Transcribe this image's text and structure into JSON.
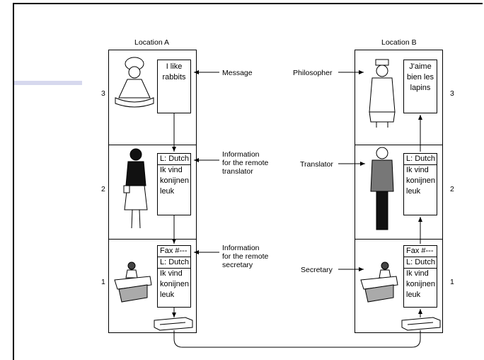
{
  "locations": {
    "a": "Location A",
    "b": "Location B"
  },
  "layers": [
    "3",
    "2",
    "1"
  ],
  "messages": {
    "original": [
      "I like",
      "rabbits"
    ],
    "translated": [
      "J'aime",
      "bien les",
      "lapins"
    ],
    "translator_header": "L: Dutch",
    "dutch": [
      "Ik vind",
      "konijnen",
      "leuk"
    ],
    "fax_header": "Fax #---"
  },
  "labels": {
    "message": "Message",
    "info_translator": [
      "Information",
      "for the remote",
      "translator"
    ],
    "info_secretary": [
      "Information",
      "for the remote",
      "secretary"
    ],
    "philosopher": "Philosopher",
    "translator": "Translator",
    "secretary": "Secretary"
  },
  "colors": {
    "accent_bar": "#d6d8ee",
    "line": "#000000"
  }
}
